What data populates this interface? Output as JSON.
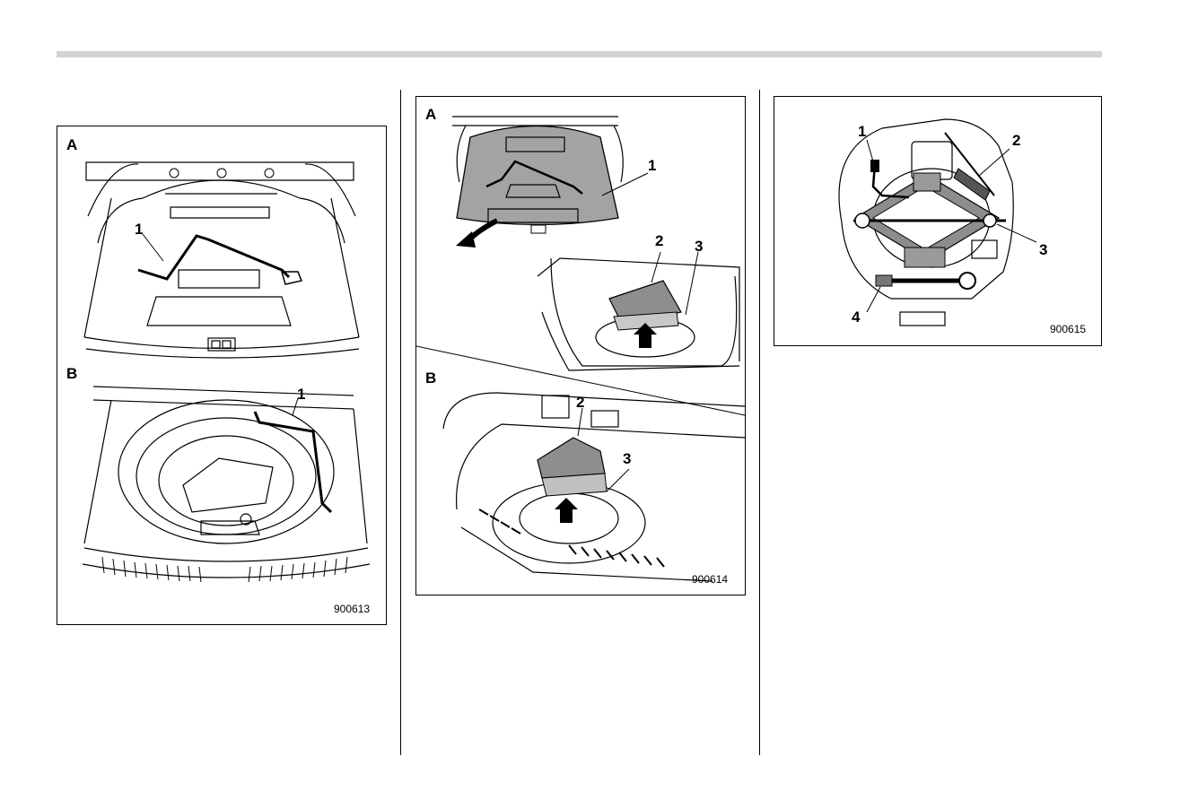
{
  "figures": [
    {
      "code": "900613",
      "panels": [
        {
          "label": "A",
          "callouts": [
            "1"
          ]
        },
        {
          "label": "B",
          "callouts": [
            "1"
          ]
        }
      ]
    },
    {
      "code": "900614",
      "panels": [
        {
          "label": "A",
          "callouts": [
            "1",
            "2",
            "3"
          ]
        },
        {
          "label": "B",
          "callouts": [
            "2",
            "3"
          ]
        }
      ]
    },
    {
      "code": "900615",
      "callouts": [
        "1",
        "2",
        "3",
        "4"
      ]
    }
  ]
}
